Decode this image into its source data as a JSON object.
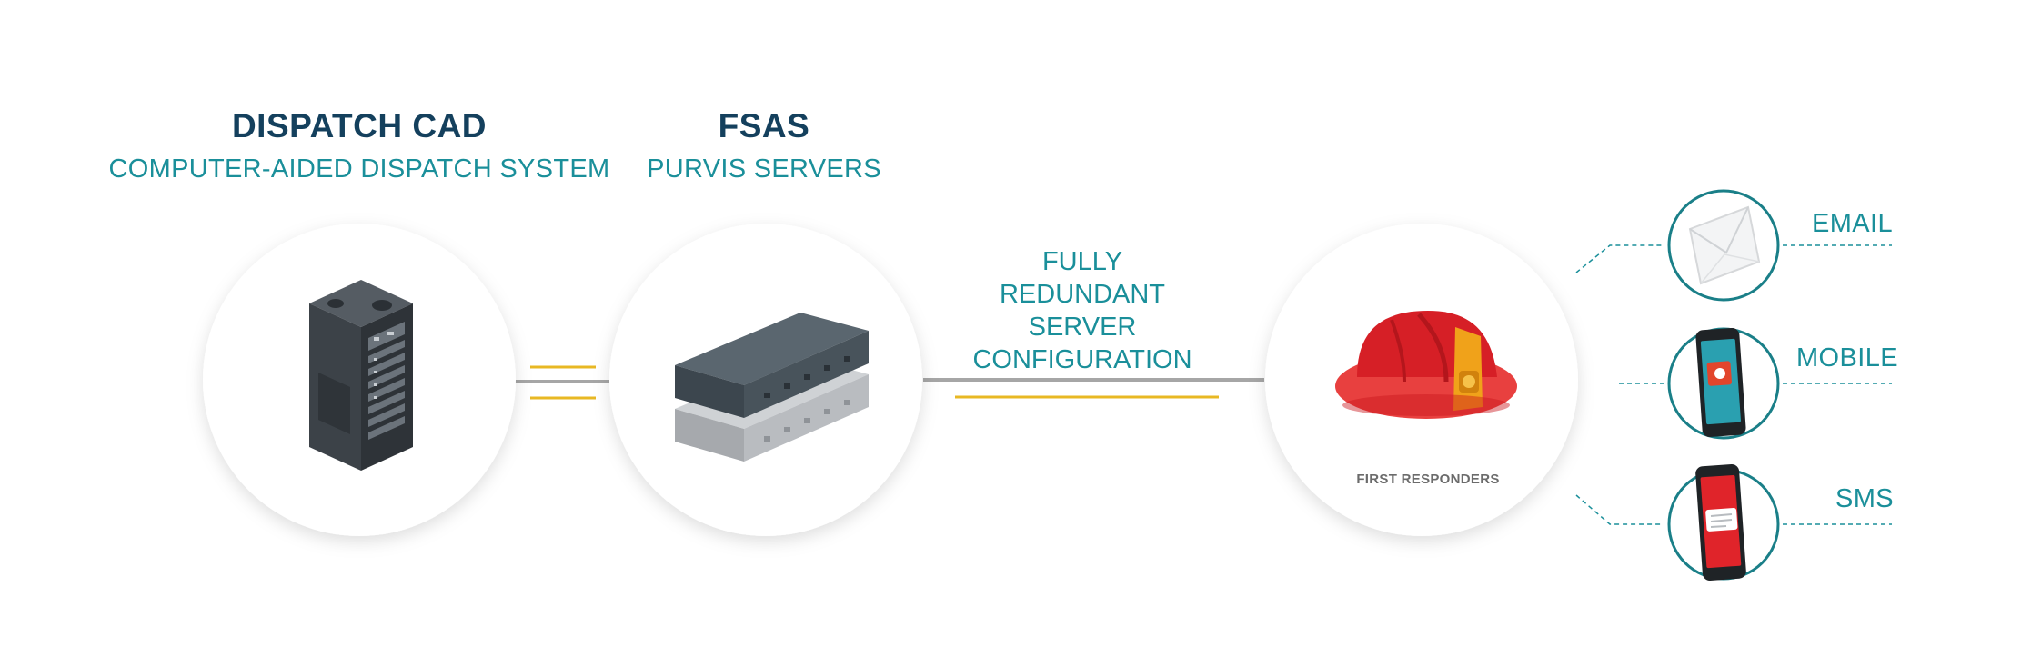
{
  "dispatch": {
    "title": "DISPATCH CAD",
    "subtitle": "COMPUTER-AIDED DISPATCH SYSTEM",
    "icon": "server-tower-icon"
  },
  "fsas": {
    "title": "FSAS",
    "subtitle": "PURVIS SERVERS",
    "icon": "rack-servers-icon"
  },
  "redundant": {
    "line1": "FULLY",
    "line2": "REDUNDANT SERVER",
    "line3": "CONFIGURATION"
  },
  "responders": {
    "label": "FIRST RESPONDERS",
    "icon": "firefighter-helmet-icon"
  },
  "channels": [
    {
      "label": "EMAIL",
      "icon": "envelope-icon"
    },
    {
      "label": "MOBILE",
      "icon": "smartphone-icon"
    },
    {
      "label": "SMS",
      "icon": "sms-phone-icon"
    }
  ],
  "colors": {
    "title": "#14405d",
    "accent_teal": "#1a8f9a",
    "connector_gold": "#e8b824",
    "connector_gray": "#a6a6a6",
    "helmet_red": "#e0242a"
  }
}
